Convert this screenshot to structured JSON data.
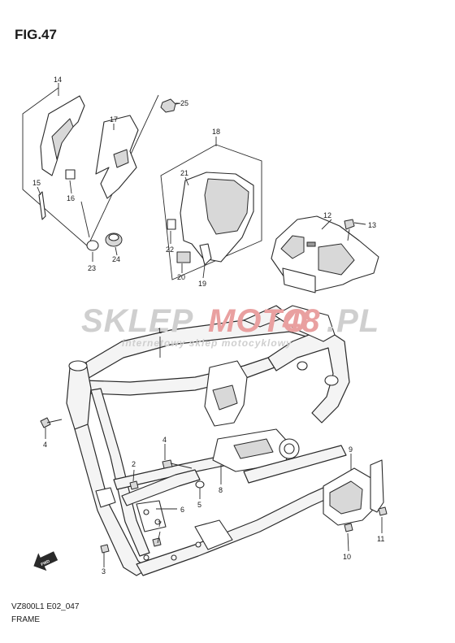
{
  "figure": {
    "title": "FIG.47",
    "model_code": "VZ800L1 E02_047",
    "assembly_name": "FRAME"
  },
  "watermark": {
    "brand_left": "SKLEP",
    "brand_mid": "MOTO",
    "brand_num": "48",
    "brand_right": ".PL",
    "tagline": "internetowy sklep motocyklowy",
    "color_gray": "#cfcfcf",
    "color_red": "#e9a0a0"
  },
  "callouts": {
    "c1": "1",
    "c2": "2",
    "c3": "3",
    "c4a": "4",
    "c4b": "4",
    "c5": "5",
    "c6": "6",
    "c7": "7",
    "c8": "8",
    "c9": "9",
    "c10": "10",
    "c11": "11",
    "c12": "12",
    "c13": "13",
    "c14": "14",
    "c15": "15",
    "c16": "16",
    "c17": "17",
    "c18": "18",
    "c19": "19",
    "c20": "20",
    "c21": "21",
    "c22": "22",
    "c23": "23",
    "c24": "24",
    "c25": "25"
  },
  "front_marker": "FWD"
}
